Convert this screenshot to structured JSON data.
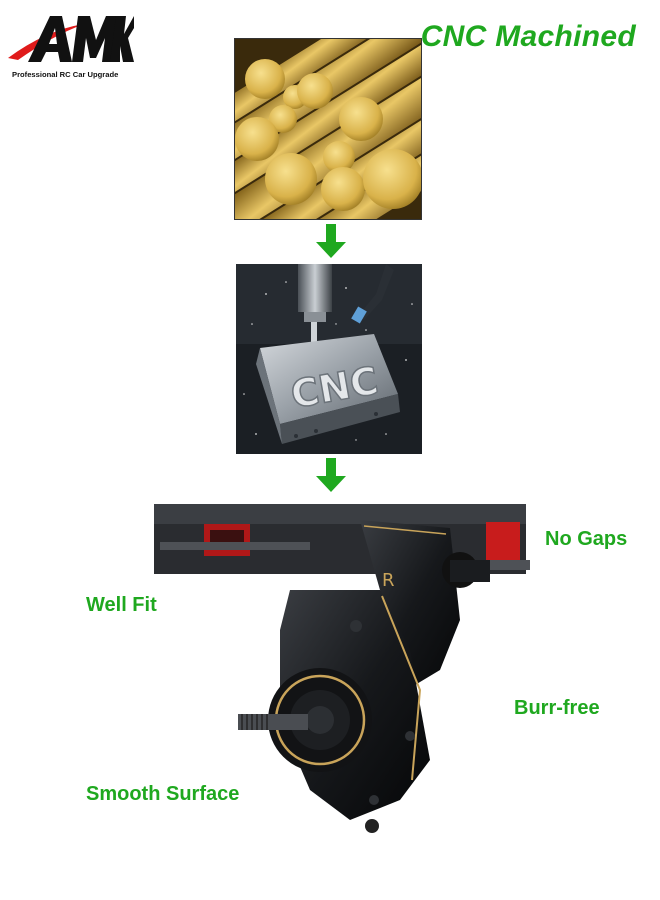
{
  "brand": {
    "logo_text": "AMK",
    "tagline": "Professional RC Car Upgrade",
    "logo_color": "#111111",
    "swoosh_color": "#e01b1b"
  },
  "header": {
    "title": "CNC Machined",
    "accent_color": "#1fa81f"
  },
  "steps": [
    {
      "image": "brass-rods-image",
      "icon": "brass-rod-stock"
    },
    {
      "arrow": "down-arrow-icon"
    },
    {
      "image": "cnc-milling-image",
      "engraved_text": "CNC"
    },
    {
      "arrow": "down-arrow-icon"
    },
    {
      "image": "axle-part-image",
      "part_marking": "R"
    }
  ],
  "features": {
    "no_gaps": "No Gaps",
    "well_fit": "Well Fit",
    "burr_free": "Burr-free",
    "smooth_surface": "Smooth Surface"
  }
}
